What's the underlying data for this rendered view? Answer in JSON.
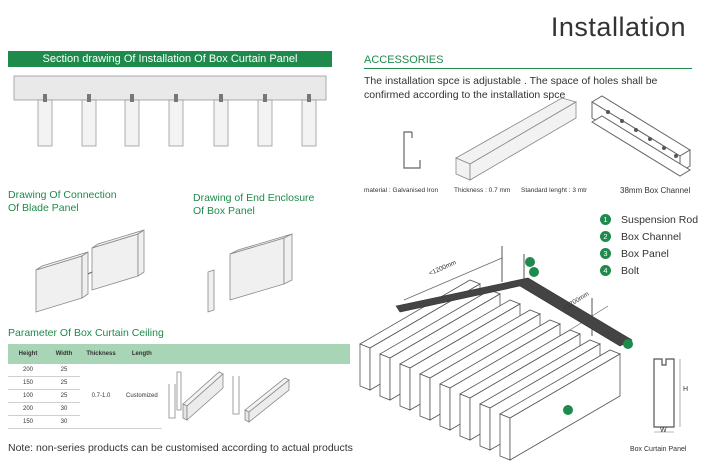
{
  "header": {
    "title": "Installation"
  },
  "section": {
    "title": "Section drawing Of Installation Of Box Curtain Panel"
  },
  "connection": {
    "line1": "Drawing Of Connection",
    "line2": "Of Blade Panel"
  },
  "enclosure": {
    "line1": "Drawing of End Enclosure",
    "line2": "Of Box Panel"
  },
  "parameter": {
    "title": "Parameter Of Box Curtain Ceiling"
  },
  "table": {
    "headers": [
      "Height",
      "Width",
      "Thickness",
      "Length"
    ],
    "rows": [
      [
        "200",
        "25"
      ],
      [
        "150",
        "25"
      ],
      [
        "100",
        "25"
      ],
      [
        "200",
        "30"
      ],
      [
        "150",
        "30"
      ]
    ],
    "thickness": "0.7-1.0",
    "length": "Customized"
  },
  "accessories": {
    "title": "ACCESSORIES",
    "description": "The installation spce is adjustable . The space of holes shall be confirmed according to the installation spce",
    "material": "material : Galvanised Iron",
    "thickness": "Thickness : 0.7 mm",
    "length": "Standard lenght : 3 mtr",
    "channel_label": "38mm Box Channel"
  },
  "legend": [
    {
      "num": "1",
      "label": "Suspension Rod"
    },
    {
      "num": "2",
      "label": "Box Channel"
    },
    {
      "num": "3",
      "label": "Box Panel"
    },
    {
      "num": "4",
      "label": "Bolt"
    }
  ],
  "dimensions": {
    "span1": "<1200mm",
    "span2": "<1200mm",
    "h": "H",
    "w": "W"
  },
  "profile": {
    "caption": "Box Curtain Panel"
  },
  "note": {
    "text": "Note: non-series products can be customised according to actual products"
  },
  "colors": {
    "accent": "#1e8a4c",
    "table_header": "#a8d5b5"
  }
}
